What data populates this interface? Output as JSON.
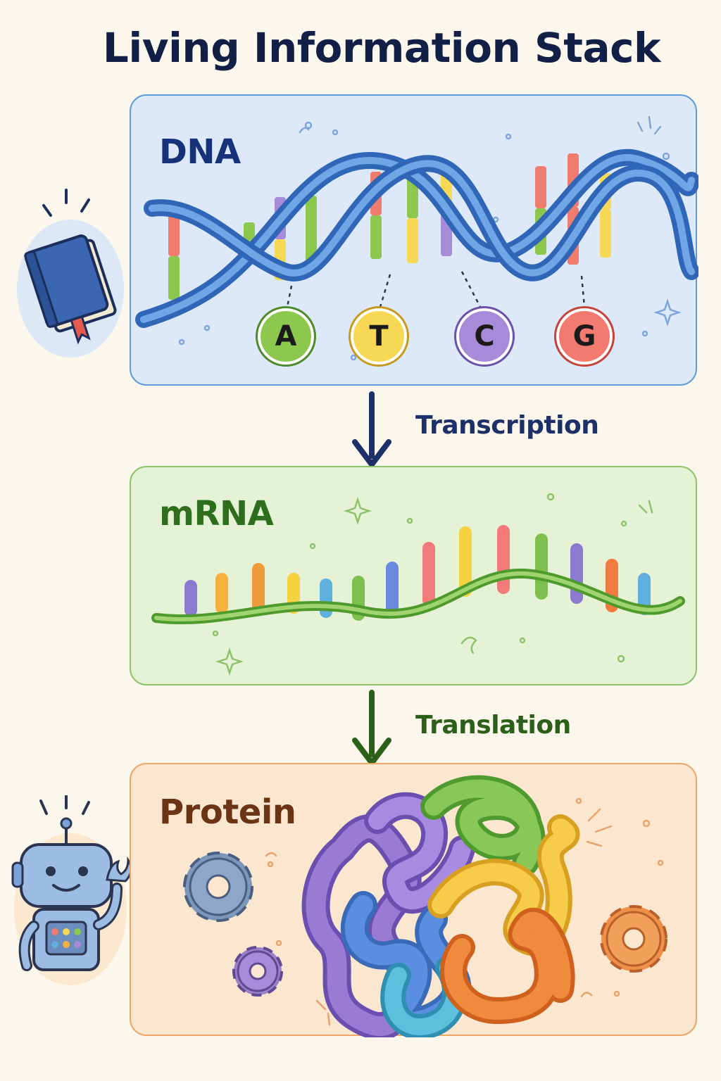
{
  "title": "Living Information Stack",
  "panels": {
    "dna": {
      "label": "DNA"
    },
    "mrna": {
      "label": "mRNA"
    },
    "protein": {
      "label": "Protein"
    }
  },
  "steps": {
    "transcription": "Transcription",
    "translation": "Translation"
  },
  "bases": [
    {
      "letter": "A",
      "color": "#8cc84e",
      "ring": "#4c8a2a"
    },
    {
      "letter": "T",
      "color": "#f6d855",
      "ring": "#c69a1c"
    },
    {
      "letter": "C",
      "color": "#a88bd8",
      "ring": "#6b4fa8"
    },
    {
      "letter": "G",
      "color": "#f27a6f",
      "ring": "#c44438"
    }
  ],
  "icons": {
    "dna_side": "book-icon",
    "protein_side": "robot-icon",
    "gears": "gear-icon"
  },
  "colors": {
    "dna_panel": "#dde9f8",
    "mrna_panel": "#e6f2d6",
    "protein_panel": "#fbe7cf",
    "title": "#122048"
  }
}
